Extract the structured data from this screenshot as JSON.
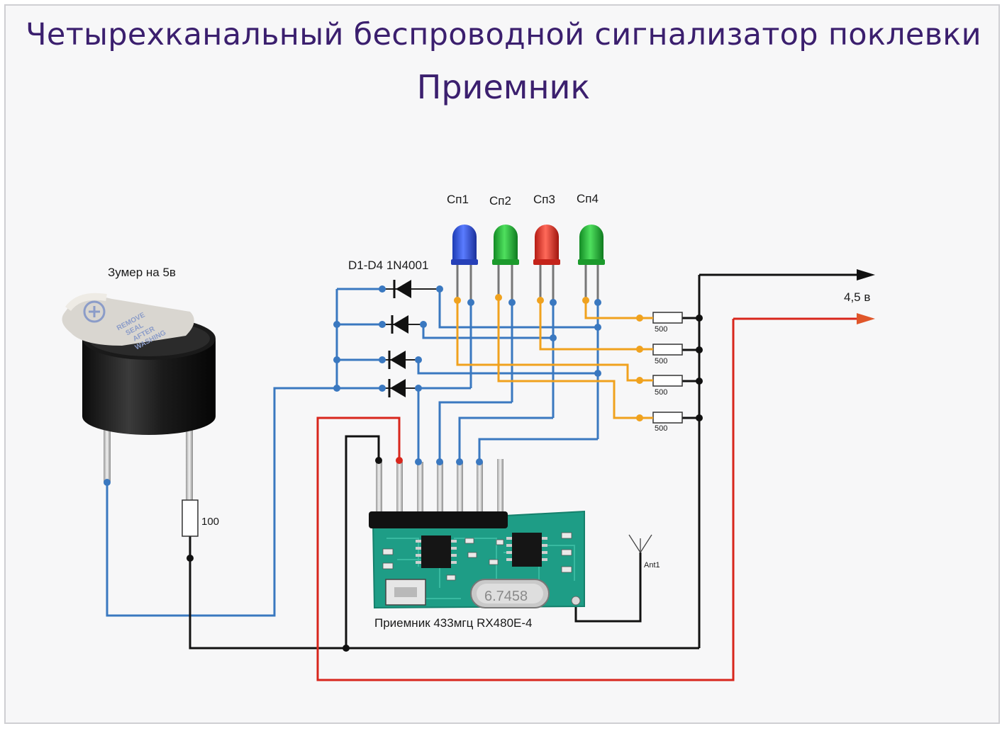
{
  "title": {
    "line1": "Четырехканальный беспроводной сигнализатор поклевки",
    "line2": "Приемник"
  },
  "colors": {
    "title": "#3b1f6e",
    "wire_signal": "#3a78c0",
    "wire_led": "#f0a21e",
    "wire_ground": "#111111",
    "wire_power": "#d8261c",
    "led_blue": "#2a52d8",
    "led_green": "#27b83a",
    "led_red": "#e0342a",
    "pcb": "#1e9d86"
  },
  "leds": [
    {
      "label": "Сп1",
      "color": "blue",
      "icon": "led-blue-icon"
    },
    {
      "label": "Сп2",
      "color": "green",
      "icon": "led-green-icon"
    },
    {
      "label": "Сп3",
      "color": "red",
      "icon": "led-red-icon"
    },
    {
      "label": "Сп4",
      "color": "green",
      "icon": "led-green-icon"
    }
  ],
  "diodes_label": "D1-D4 1N4001",
  "buzzer_label": "Зумер на 5в",
  "buzzer_sticker": [
    "REMOVE",
    "SEAL",
    "AFTER",
    "WASHING"
  ],
  "buzzer_resistor_value": "100",
  "led_resistor_values": [
    "500",
    "500",
    "500",
    "500"
  ],
  "supply_voltage": "4,5 в",
  "antenna_label": "Ant1",
  "receiver_label": "Приемник 433мгц RX480E-4",
  "crystal_marking": "6.7458"
}
